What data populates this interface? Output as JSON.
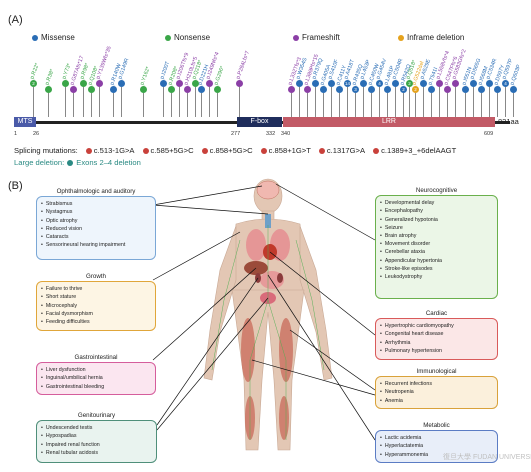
{
  "panel_a": "(A)",
  "panel_b": "(B)",
  "legend": [
    {
      "label": "Missense",
      "color": "#2a6db5"
    },
    {
      "label": "Nonsense",
      "color": "#3aa648"
    },
    {
      "label": "Frameshift",
      "color": "#8b3fa6"
    },
    {
      "label": "Inframe deletion",
      "color": "#e5a21c"
    }
  ],
  "domains": {
    "mts": "MTS",
    "fbox": "F-box",
    "lrr": "LRR",
    "length": "821aa"
  },
  "ticks": [
    "1",
    "26",
    "277",
    "332",
    "340",
    "609"
  ],
  "mutations": [
    {
      "label": "p.R22*",
      "type": "nonsense"
    },
    {
      "label": "p.R38*",
      "type": "nonsense"
    },
    {
      "label": "p.Y73*",
      "type": "nonsense"
    },
    {
      "label": "p.G87Afs*17",
      "type": "frameshift"
    },
    {
      "label": "p.R98*",
      "type": "nonsense"
    },
    {
      "label": "p.Q108*",
      "type": "nonsense"
    },
    {
      "label": "p.Y139Wfs*35",
      "type": "frameshift"
    },
    {
      "label": "p.R140W",
      "type": "missense"
    },
    {
      "label": "p.G149R",
      "type": "missense"
    },
    {
      "label": "p.Y162*",
      "type": "nonsense"
    },
    {
      "label": "p.I200T",
      "type": "missense"
    },
    {
      "label": "p.R208*",
      "type": "nonsense"
    },
    {
      "label": "p.I206Tfs*9",
      "type": "frameshift"
    },
    {
      "label": "p.H210Lfs*5",
      "type": "frameshift"
    },
    {
      "label": "p.Q218*",
      "type": "nonsense"
    },
    {
      "label": "p.D221H",
      "type": "missense"
    },
    {
      "label": "p.I249Nfs*4",
      "type": "frameshift"
    },
    {
      "label": "p.G296*",
      "type": "nonsense"
    },
    {
      "label": "p.P284Lfs*7",
      "type": "frameshift"
    },
    {
      "label": "p.L332Tfs*3",
      "type": "frameshift"
    },
    {
      "label": "p.W354S",
      "type": "missense"
    },
    {
      "label": "p.L389Pfs*15",
      "type": "frameshift"
    },
    {
      "label": "p.R379Q",
      "type": "missense"
    },
    {
      "label": "p.G405A",
      "type": "missense"
    },
    {
      "label": "p.S410F",
      "type": "missense"
    },
    {
      "label": "p.C411Y",
      "type": "missense"
    },
    {
      "label": "p.A418T",
      "type": "missense"
    },
    {
      "label": "p.R435Q",
      "type": "missense"
    },
    {
      "label": "p.L453P",
      "type": "missense"
    },
    {
      "label": "p.C450W",
      "type": "missense"
    },
    {
      "label": "p.G454V",
      "type": "missense"
    },
    {
      "label": "p.L481P",
      "type": "missense"
    },
    {
      "label": "p.C504R",
      "type": "missense"
    },
    {
      "label": "p.R542Q",
      "type": "missense"
    },
    {
      "label": "p.Q518*",
      "type": "nonsense"
    },
    {
      "label": "p.G522del",
      "type": "inframe"
    },
    {
      "label": "p.A529E",
      "type": "missense"
    },
    {
      "label": "p.T541I",
      "type": "missense"
    },
    {
      "label": "p.L558Vfs*4",
      "type": "frameshift"
    },
    {
      "label": "p.C547Ffs*6",
      "type": "frameshift"
    },
    {
      "label": "p.G583Gfs*2",
      "type": "frameshift"
    },
    {
      "label": "p.I551N",
      "type": "missense"
    },
    {
      "label": "p.D565G",
      "type": "missense"
    },
    {
      "label": "p.I568M",
      "type": "missense"
    },
    {
      "label": "p.C534R",
      "type": "missense"
    },
    {
      "label": "p.D597Y",
      "type": "missense"
    },
    {
      "label": "p.Q597P",
      "type": "missense"
    },
    {
      "label": "p.Q603P",
      "type": "missense"
    }
  ],
  "pin_counts": [
    "2",
    "",
    "",
    "",
    "",
    "",
    "",
    "",
    "",
    "",
    "",
    "",
    "",
    "",
    "",
    "",
    "",
    "",
    "",
    "",
    "",
    "",
    "",
    "",
    "",
    "",
    "14",
    "3",
    "",
    "",
    "4",
    "",
    "",
    "2",
    "2",
    "2",
    "",
    "",
    "",
    "",
    "",
    "",
    "",
    "",
    "",
    "",
    "4",
    ""
  ],
  "splicing_title": "Splicing mutations:",
  "splicing": [
    "c.513-1G>A",
    "c.585+5G>C",
    "c.858+5G>C",
    "c.858+1G>T",
    "c.1317G>A",
    "c.1389+3_+6delAAGT"
  ],
  "splicing_color": "#c9413b",
  "large_deletion_title": "Large deletion:",
  "large_deletion": "Exons 2–4 deletion",
  "large_deletion_color": "#2a8a83",
  "boxes": {
    "ophthalmo": {
      "title": "Ophthalmologic and auditory",
      "items": [
        "Strabismus",
        "Nystagmus",
        "Optic atrophy",
        "Reduced vision",
        "Cataracts",
        "Sensorineural hearing impairment"
      ]
    },
    "growth": {
      "title": "Growth",
      "items": [
        "Failure to thrive",
        "Short stature",
        "Microcephaly",
        "Facial dysmorphism",
        "Feeding difficulties"
      ]
    },
    "gastro": {
      "title": "Gastrointestinal",
      "items": [
        "Liver dysfunction",
        "Inguinal/umbilical hernia",
        "Gastrointestinal bleeding"
      ]
    },
    "genito": {
      "title": "Genitourinary",
      "items": [
        "Undescended testis",
        "Hypospadias",
        "Impaired renal function",
        "Renal tubular acidosis"
      ]
    },
    "neuro": {
      "title": "Neurocognitive",
      "items": [
        "Developmental delay",
        "Encephalopathy",
        "Generalized hypotonia",
        "Seizure",
        "Brain atrophy",
        "Movement disorder",
        "Cerebellar ataxia",
        "Appendicular hypertonia",
        "Stroke-like episodes",
        "Leukodystrophy"
      ]
    },
    "cardiac": {
      "title": "Cardiac",
      "items": [
        "Hypertrophic cardiomyopathy",
        "Congenital heart disease",
        "Arrhythmia",
        "Pulmonary hypertension"
      ]
    },
    "immuno": {
      "title": "Immunological",
      "items": [
        "Recurrent infections",
        "Neutropenia",
        "Anemia"
      ]
    },
    "metabolic": {
      "title": "Metabolic",
      "items": [
        "Lactic acidemia",
        "Hyperlactatemia",
        "Hyperammonemia"
      ]
    }
  },
  "watermark": "復旦大學 FUDAN UNIVERSITY"
}
